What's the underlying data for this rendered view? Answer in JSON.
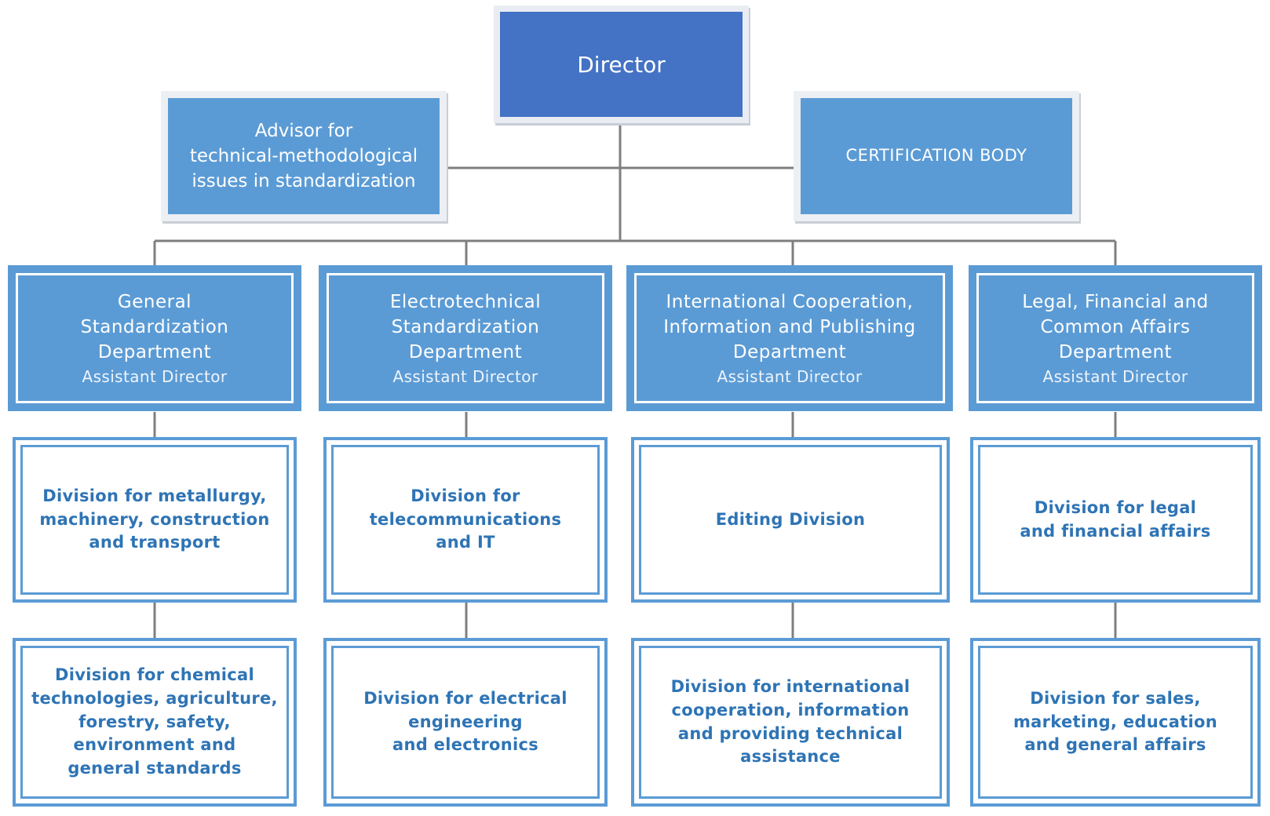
{
  "director": {
    "label": "Director"
  },
  "advisor": {
    "label": "Advisor for\ntechnical-methodological\nissues in standardization"
  },
  "certification": {
    "label": "CERTIFICATION BODY"
  },
  "departments": [
    {
      "name": "General\nStandardization\nDepartment",
      "head": "Assistant Director",
      "divisions": [
        "Division for metallurgy,\nmachinery, construction\nand transport",
        "Division for chemical\ntechnologies, agriculture,\nforestry, safety,\nenvironment and\ngeneral standards"
      ]
    },
    {
      "name": "Electrotechnical\nStandardization\nDepartment",
      "head": "Assistant Director",
      "divisions": [
        "Division for\ntelecommunications\nand IT",
        "Division for electrical\nengineering\nand electronics"
      ]
    },
    {
      "name": "International Cooperation,\nInformation and Publishing\nDepartment",
      "head": "Assistant Director",
      "divisions": [
        "Editing Division",
        "Division for international\ncooperation, information\nand providing technical\nassistance"
      ]
    },
    {
      "name": "Legal, Financial and\nCommon Affairs\nDepartment",
      "head": "Assistant Director",
      "divisions": [
        "Division for legal\nand financial affairs",
        "Division for sales,\nmarketing, education\nand general affairs"
      ]
    }
  ],
  "colors": {
    "director": "#4472c4",
    "department": "#5b9bd5",
    "division_text": "#2e74b5",
    "connector": "#7f7f7f"
  }
}
